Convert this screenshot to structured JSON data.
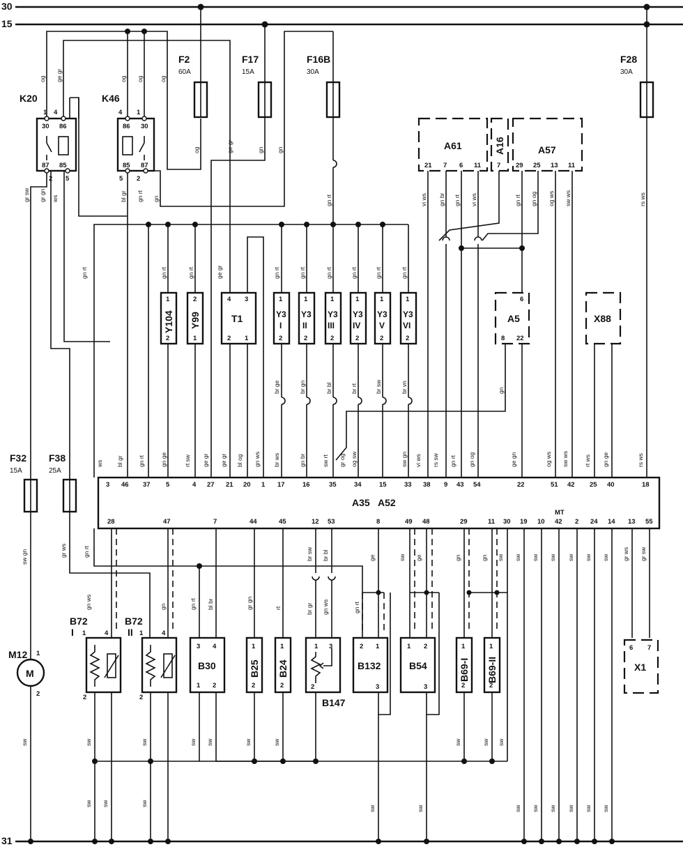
{
  "rails": {
    "top_30": "30",
    "top_15": "15",
    "bottom_31": "31"
  },
  "fuses": [
    {
      "id": "F2",
      "rating": "60A"
    },
    {
      "id": "F17",
      "rating": "15A"
    },
    {
      "id": "F16B",
      "rating": "30A"
    },
    {
      "id": "F28",
      "rating": "30A"
    },
    {
      "id": "F32",
      "rating": "15A"
    },
    {
      "id": "F38",
      "rating": "25A"
    }
  ],
  "relays": [
    {
      "id": "K20",
      "pins": [
        "1",
        "4",
        "30",
        "86",
        "87",
        "85",
        "2",
        "5"
      ]
    },
    {
      "id": "K46",
      "pins": [
        "4",
        "1",
        "86",
        "30",
        "85",
        "87",
        "5",
        "2"
      ]
    }
  ],
  "ecu": {
    "label_a": "A35",
    "label_b": "A52",
    "top_pins": [
      "3",
      "46",
      "37",
      "5",
      "4",
      "27",
      "21",
      "20",
      "1",
      "17",
      "16",
      "35",
      "34",
      "15",
      "33",
      "38",
      "9",
      "43",
      "54",
      "22",
      "51",
      "42",
      "25",
      "40",
      "18"
    ],
    "bottom_pins": [
      "28",
      "47",
      "7",
      "44",
      "45",
      "12",
      "53",
      "8",
      "49",
      "48",
      "29",
      "11",
      "30",
      "19",
      "10",
      "42",
      "2",
      "24",
      "14",
      "13",
      "55"
    ],
    "mt_label": "MT"
  },
  "modules": {
    "a61": {
      "label": "A61",
      "pins": [
        "21",
        "7",
        "6",
        "11"
      ]
    },
    "a16": {
      "label": "A16",
      "pins": [
        "7"
      ]
    },
    "a57": {
      "label": "A57",
      "pins": [
        "29",
        "25",
        "13",
        "11"
      ]
    },
    "a5": {
      "label": "A5",
      "pins": [
        "6",
        "8",
        "22"
      ]
    },
    "x88": {
      "label": "X88"
    },
    "x1": {
      "label": "X1",
      "pins": [
        "6",
        "7"
      ]
    }
  },
  "upper_components": [
    {
      "id": "Y104",
      "pins": [
        "1",
        "2"
      ]
    },
    {
      "id": "Y99",
      "pins": [
        "2",
        "1"
      ]
    },
    {
      "id": "T1",
      "pins": [
        "4",
        "3",
        "2",
        "1"
      ]
    },
    {
      "id": "Y3 I",
      "line1": "Y3",
      "line2": "I",
      "pins": [
        "1",
        "2"
      ]
    },
    {
      "id": "Y3 II",
      "line1": "Y3",
      "line2": "II",
      "pins": [
        "1",
        "2"
      ]
    },
    {
      "id": "Y3 III",
      "line1": "Y3",
      "line2": "III",
      "pins": [
        "1",
        "2"
      ]
    },
    {
      "id": "Y3 IV",
      "line1": "Y3",
      "line2": "IV",
      "pins": [
        "1",
        "2"
      ]
    },
    {
      "id": "Y3 V",
      "line1": "Y3",
      "line2": "V",
      "pins": [
        "1",
        "2"
      ]
    },
    {
      "id": "Y3 VI",
      "line1": "Y3",
      "line2": "VI",
      "pins": [
        "1",
        "2"
      ]
    }
  ],
  "lower_components": [
    {
      "id": "B72 I",
      "line1": "B72",
      "line2": "I"
    },
    {
      "id": "B72 II",
      "line1": "B72",
      "line2": "II"
    },
    {
      "id": "B30",
      "pins": [
        "3",
        "4",
        "1",
        "2"
      ]
    },
    {
      "id": "B25",
      "pins": [
        "1",
        "2"
      ]
    },
    {
      "id": "B24",
      "pins": [
        "1",
        "2"
      ]
    },
    {
      "id": "B147",
      "pins": [
        "1",
        "3",
        "2"
      ]
    },
    {
      "id": "B132",
      "pins": [
        "2",
        "1",
        "3"
      ]
    },
    {
      "id": "B54",
      "pins": [
        "1",
        "2",
        "3"
      ]
    },
    {
      "id": "B69-I",
      "pins": [
        "1",
        "2"
      ]
    },
    {
      "id": "B69-II",
      "pins": [
        "1",
        "2"
      ]
    }
  ],
  "motor": {
    "id": "M12",
    "symbol": "M",
    "pins": [
      "1",
      "2"
    ]
  },
  "wire_colors": [
    "og",
    "ge gr",
    "og",
    "og",
    "og",
    "og",
    "ge gr",
    "gn",
    "gn",
    "gr sw",
    "gr gn",
    "ws",
    "bl gr",
    "gn rt",
    "gn",
    "gn rt",
    "gn rt",
    "gn rt",
    "ge gr",
    "gn rt",
    "gn rt",
    "gn rt",
    "gn rt",
    "gn rt",
    "gn rt",
    "vi ws",
    "gn br",
    "gn rt",
    "vi ws",
    "gn rt",
    "gn og",
    "og ws",
    "sw ws",
    "rs ws",
    "gn rt",
    "br ge",
    "br gn",
    "br bl",
    "br rt",
    "br sw",
    "br vn",
    "gn",
    "ws",
    "bl gr",
    "gn rt",
    "gn ge",
    "rt sw",
    "ge gr",
    "ge gr",
    "bl og",
    "gn ws",
    "br ws",
    "gn br",
    "sw rt",
    "gr og",
    "og sw",
    "sw gn",
    "vi ws",
    "rs sw",
    "gn rt",
    "gn og",
    "ge gn",
    "og ws",
    "sw ws",
    "rt ws",
    "gn ge",
    "rs ws",
    "sw gn",
    "gr ws",
    "gn rt",
    "gn ws",
    "gn",
    "gn rt",
    "bl br",
    "gr gn",
    "rt",
    "br gr",
    "gn ws",
    "br sw",
    "br bl",
    "ge",
    "gn rt",
    "sw",
    "ge",
    "gn",
    "gn",
    "sw",
    "sw",
    "sw",
    "sw",
    "sw",
    "sw",
    "sw",
    "gr ws",
    "gr sw",
    "sw",
    "sw",
    "sw",
    "sw",
    "sw",
    "sw",
    "sw",
    "sw",
    "sw",
    "sw",
    "sw",
    "sw",
    "sw",
    "sw",
    "sw",
    "sw",
    "sw",
    "sw",
    "sw",
    "sw",
    "sw"
  ]
}
